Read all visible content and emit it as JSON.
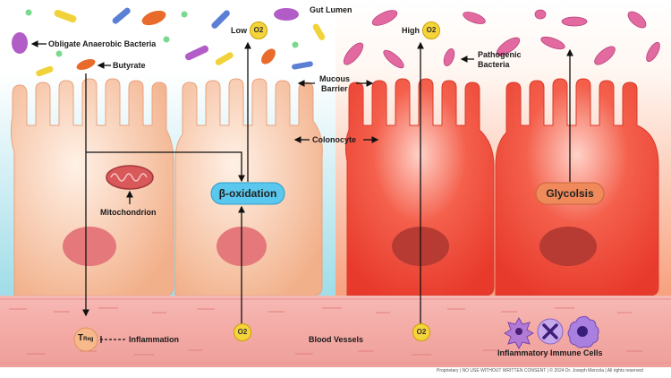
{
  "labels": {
    "gut_lumen": "Gut Lumen",
    "obligate": "Obligate Anaerobic Bacteria",
    "butyrate": "Butyrate",
    "low": "Low",
    "high": "High",
    "o2": "O2",
    "pathogenic_1": "Pathogenic",
    "pathogenic_2": "Bacteria",
    "mucous_1": "Mucous",
    "mucous_2": "Barrier",
    "colonocyte": "Colonocyte",
    "mitochondrion": "Mitochondrion",
    "beta_oxidation": "β-oxidation",
    "glycolysis": "Glycolsis",
    "treg_t": "T",
    "treg_sub": "Reg",
    "inflammation": "Inflammation",
    "blood_vessels": "Blood Vessels",
    "immune_cells": "Inflammatory Immune Cells",
    "footer": "Proprietary | NO USE WITHOUT WRITTEN CONSENT | © 2024 Dr. Joseph Mercola | All rights reserved"
  },
  "colors": {
    "left_bg": "#cdeef2",
    "right_bg": "#fde1d6",
    "healthy_cell": "#f7c4a3",
    "inflamed_cell": "#f0523f",
    "nucleus_healthy": "#e4787a",
    "nucleus_inflamed": "#b73b33",
    "pill_blue": "#5ac8ee",
    "pill_orange": "#f08a5a",
    "oxygen": "#f5d33a",
    "blood": "#f2a9a5"
  }
}
